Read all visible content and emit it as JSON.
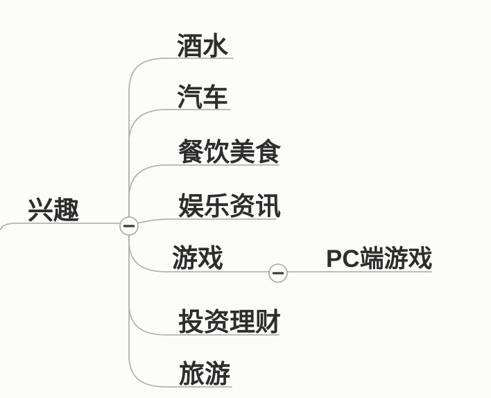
{
  "colors": {
    "background": "#fcfcfa",
    "line": "#b2b2b2",
    "text": "#2d2d2d",
    "collapse_fill": "#fdfdfc",
    "collapse_border": "#a6a6a6",
    "minus": "#3a3a3a"
  },
  "icons": {
    "root_collapse": "minus-icon",
    "games_collapse": "minus-icon"
  },
  "mindmap": {
    "root": {
      "label": "兴趣"
    },
    "root_collapse_state": "expanded",
    "children": [
      {
        "label": "酒水"
      },
      {
        "label": "汽车"
      },
      {
        "label": "餐饮美食"
      },
      {
        "label": "娱乐资讯"
      },
      {
        "label": "游戏",
        "collapse_state": "expanded",
        "children": [
          {
            "label": "PC端游戏"
          }
        ]
      },
      {
        "label": "投资理财"
      },
      {
        "label": "旅游"
      }
    ]
  }
}
